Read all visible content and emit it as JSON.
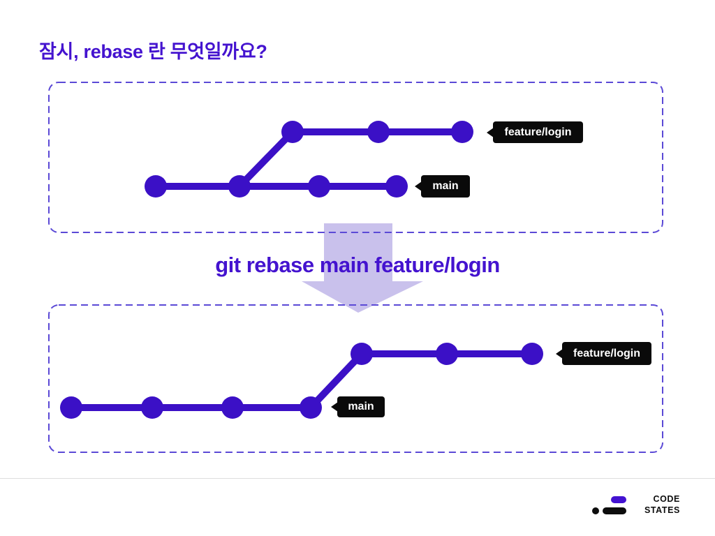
{
  "slide": {
    "title": "잠시, rebase 란 무엇일까요?",
    "command": "git rebase main feature/login"
  },
  "diagram_before": {
    "description": "before rebase: feature/login branched off the 2nd commit of main",
    "labels": {
      "feature": "feature/login",
      "main": "main"
    },
    "branches": [
      {
        "name": "main",
        "commits": 4
      },
      {
        "name": "feature/login",
        "commits": 3,
        "forked_from_main_commit": 2
      }
    ]
  },
  "diagram_after": {
    "description": "after rebase: feature/login commits replayed on top of main tip",
    "labels": {
      "feature": "feature/login",
      "main": "main"
    },
    "branches": [
      {
        "name": "main",
        "commits": 4
      },
      {
        "name": "feature/login",
        "commits": 3,
        "based_on_main_commit": 4
      }
    ]
  },
  "logo": {
    "line1": "CODE",
    "line2": "STATES"
  },
  "colors": {
    "accent_text": "#4413cf",
    "graph": "#3b10c6",
    "box_border": "#5b49d6",
    "arrow_fill": "#c9c1ec",
    "label_bg": "#0a0a0a",
    "label_text": "#ffffff",
    "divider": "#dddddd",
    "logo_purple": "#4312d1",
    "logo_black": "#0d0d0d"
  }
}
